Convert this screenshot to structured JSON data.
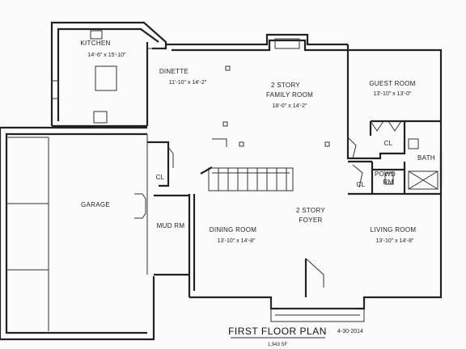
{
  "title": "FIRST FLOOR PLAN",
  "date": "4-30-2014",
  "area": "1,943 SF",
  "rooms": {
    "kitchen": {
      "name": "KITCHEN",
      "size": "14'-6\" x 15'-10\""
    },
    "dinette": {
      "name": "DINETTE",
      "size": "11'-10\" x 14'-2\""
    },
    "family": {
      "name_line1": "2 STORY",
      "name_line2": "FAMILY ROOM",
      "size": "18'-0\" x 14'-2\""
    },
    "guest": {
      "name": "GUEST ROOM",
      "size": "13'-10\" x 13'-0\""
    },
    "garage": {
      "name": "GARAGE"
    },
    "cl_left": {
      "name": "CL"
    },
    "mud": {
      "name": "MUD RM"
    },
    "foyer": {
      "name_line1": "2 STORY",
      "name_line2": "FOYER"
    },
    "dining": {
      "name": "DINING ROOM",
      "size": "13'-10\" x 14'-8\""
    },
    "living": {
      "name": "LIVING ROOM",
      "size": "13'-10\" x 14'-8\""
    },
    "cl_guest": {
      "name": "CL"
    },
    "cl_lower": {
      "name": "CL"
    },
    "powder": {
      "name_line1": "POWD",
      "name_line2": "RM"
    },
    "bath": {
      "name": "BATH"
    }
  }
}
